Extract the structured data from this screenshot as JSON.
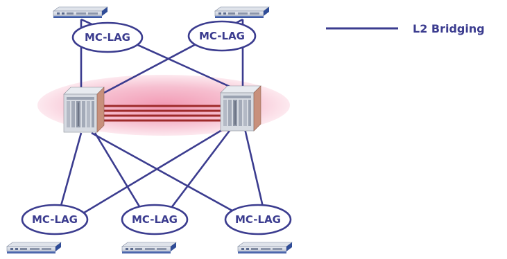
{
  "diagram": {
    "legend": {
      "label": "L2 Bridging",
      "color": "#3b3c8f"
    },
    "mclag_groups": [
      {
        "label": "MC-LAG"
      },
      {
        "label": "MC-LAG"
      },
      {
        "label": "MC-LAG"
      },
      {
        "label": "MC-LAG"
      },
      {
        "label": "MC-LAG"
      }
    ],
    "devices": {
      "top_switches": [
        "switch-icon",
        "switch-icon"
      ],
      "core_chassis": [
        "chassis-switch-icon",
        "chassis-switch-icon"
      ],
      "bottom_switches": [
        "switch-icon",
        "switch-icon",
        "switch-icon"
      ]
    },
    "colors": {
      "link": "#3b3c8f",
      "core_cloud": "#f4b6c8",
      "inter_chassis_link": "#9e2a2a",
      "chassis_side": "#c8907c"
    }
  }
}
